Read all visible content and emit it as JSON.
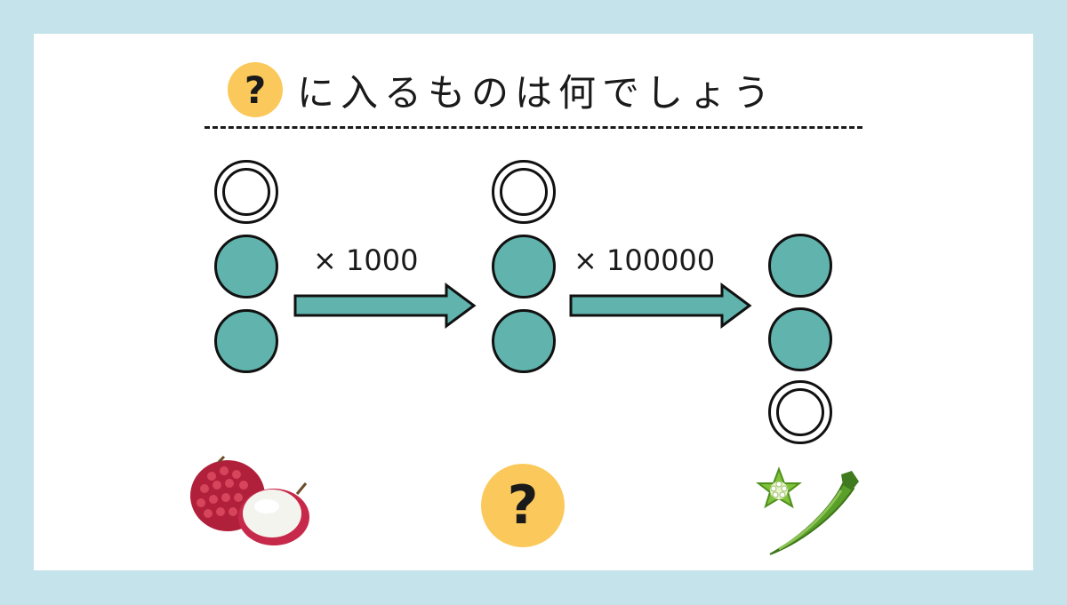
{
  "title": {
    "badge": "?",
    "text": "に入るものは何でしょう"
  },
  "steps": [
    {
      "multiplier": "× 1000"
    },
    {
      "multiplier": "× 100000"
    }
  ],
  "answer_badge": "?",
  "colors": {
    "background": "#c4e3ea",
    "card": "#ffffff",
    "teal": "#61b3ad",
    "badge": "#fbc95b",
    "ink": "#1a1a1a"
  },
  "icons": [
    "lychee-icon",
    "question-badge-icon",
    "okra-icon"
  ]
}
